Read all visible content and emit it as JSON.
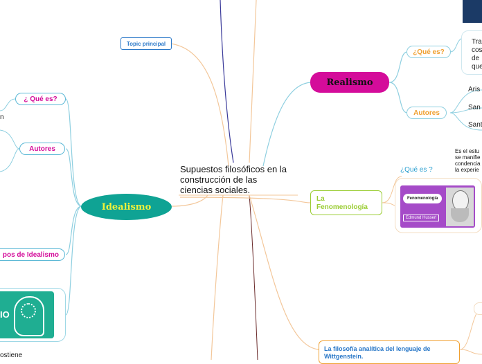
{
  "central": {
    "line1": "Supuestos filosóficos en la",
    "line2": "construcción de las",
    "line3": "ciencias sociales."
  },
  "topic": {
    "label": "Topic principal"
  },
  "realismo": {
    "title": "Realismo",
    "que_es": "¿Qué es?",
    "autores": "Autores",
    "desc": [
      "Tra",
      "cos",
      "de",
      "que"
    ],
    "authors": [
      "Aris",
      "San",
      "Sant"
    ]
  },
  "fenomenologia": {
    "title_line1": "La",
    "title_line2": "Fenomenología",
    "que_es": "¿Qué es ?",
    "desc": [
      "Es el estu",
      "se manifie",
      "condencia",
      "la experie"
    ],
    "image_banner": "Fenomenología",
    "image_name": "Edmund Husserl"
  },
  "idealismo": {
    "title": "Idealismo",
    "que_es": "¿ Qué es?",
    "autores": "Autores",
    "tipos": "pos de Idealismo",
    "left_fragment": "n",
    "sostiene": "ostiene",
    "image_badge": "IO"
  },
  "wittgenstein": {
    "line1": "La filosofía analítica del lenguaje de",
    "line2": "Wittgenstein."
  },
  "colors": {
    "realismo": "#d40c9a",
    "idealismo": "#0fa394",
    "fenomenologia": "#9acd32",
    "orange": "#f0a030",
    "magenta": "#d40c9a",
    "blue": "#2a78c8",
    "line": "#f3c79a",
    "navy": "#1b3a66"
  }
}
